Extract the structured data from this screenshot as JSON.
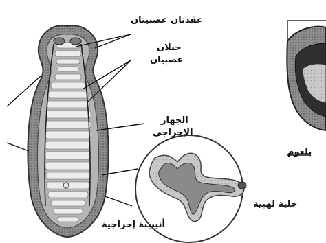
{
  "labels": {
    "nerve_ganglia": "عقدتان عصبيتان",
    "nerve_cords_line1": "حبلان",
    "nerve_cords_line2": "عصبيان",
    "excretory_line1": "الجهاز",
    "excretory_line2": "الإخراجي",
    "pharynx": "بلعوم",
    "flame_cell": "خلية لهبية",
    "excretory_tubule": "أنيبيبة إخراجية"
  }
}
